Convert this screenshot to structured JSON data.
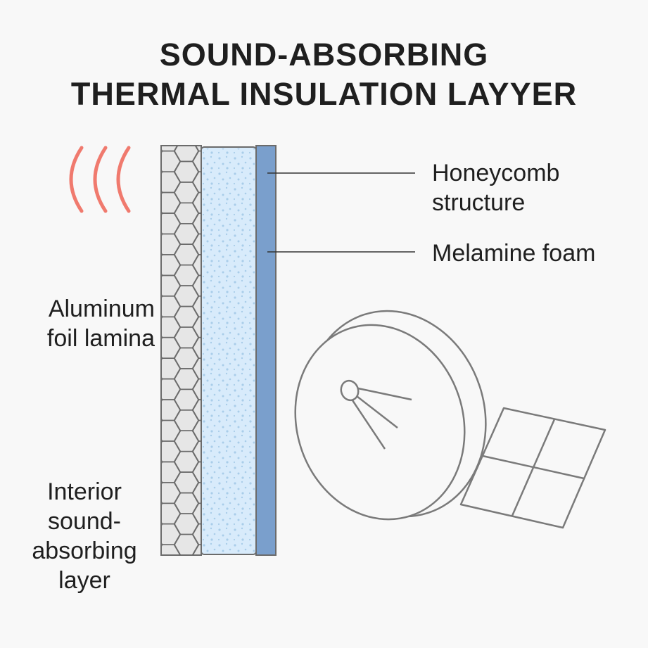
{
  "title": {
    "line1": "SOUND-ABSORBING",
    "line2": "THERMAL INSULATION LAYYER"
  },
  "labels": {
    "honeycomb_line1": "Honeycomb",
    "honeycomb_line2": "structure",
    "melamine": "Melamine foam",
    "aluminum_line1": "Aluminum",
    "aluminum_line2": "foil lamina",
    "interior_line1": "Interior",
    "interior_line2": "sound-",
    "interior_line3": "absorbing",
    "interior_line4": "layer"
  },
  "icons": {
    "sound_waves": "sound-waves-icon",
    "satellite": "satellite-dish-icon"
  },
  "colors": {
    "sound_waves": "#f07a6e",
    "foam_fill": "#d8ebfb",
    "foam_dots": "#a9cde9",
    "foil_fill": "#7a9fcc",
    "honeycomb_fill": "#e6e6e6",
    "outline": "#6b6b6b",
    "text": "#1f1f1f"
  }
}
